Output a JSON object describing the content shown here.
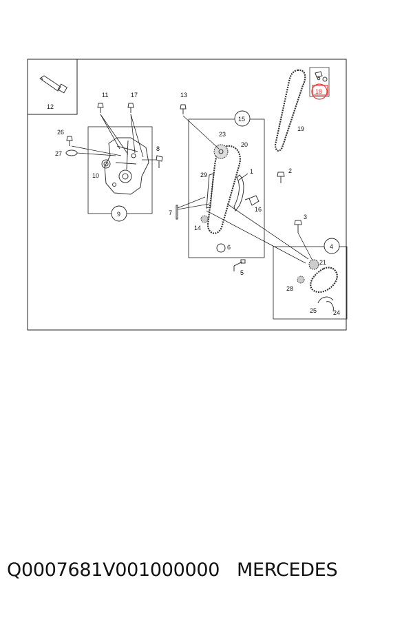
{
  "callouts": {
    "c1": "1",
    "c2": "2",
    "c3": "3",
    "c4": "4",
    "c5": "5",
    "c6": "6",
    "c7": "7",
    "c8": "8",
    "c9": "9",
    "c10": "10",
    "c11": "11",
    "c12": "12",
    "c13": "13",
    "c14": "14",
    "c15": "15",
    "c16": "16",
    "c17": "17",
    "c18": "18",
    "c19": "19",
    "c20": "20",
    "c21": "21",
    "c23": "23",
    "c24": "24",
    "c25": "25",
    "c26": "26",
    "c27": "27",
    "c28": "28",
    "c29": "29"
  },
  "highlight_color": "#e53935",
  "footer": {
    "part_code": "Q0007681V001000000",
    "brand": "MERCEDES"
  }
}
